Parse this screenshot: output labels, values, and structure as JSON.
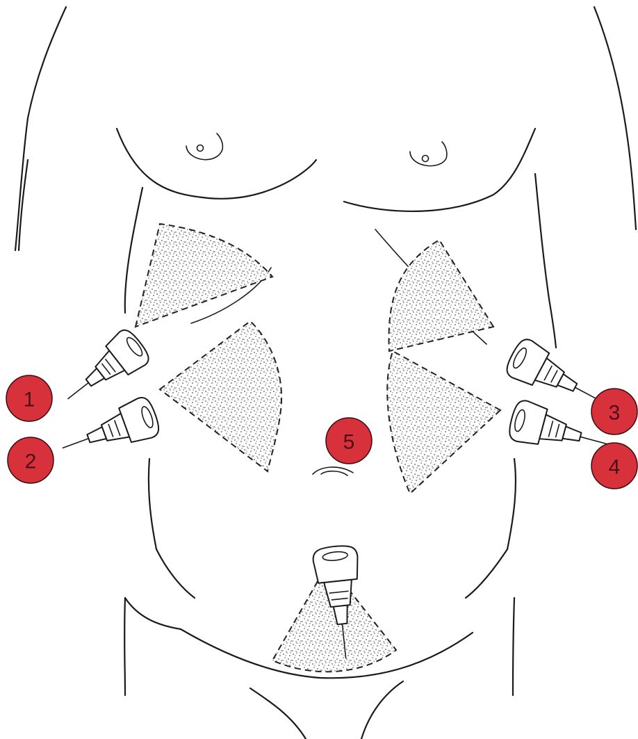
{
  "colors": {
    "marker_fill": "#d7323c",
    "marker_text": "#4a1015",
    "line": "#1a1a1a",
    "stipple": "#555555"
  },
  "markers": [
    {
      "id": "1",
      "label": "1",
      "position": "right-upper"
    },
    {
      "id": "2",
      "label": "2",
      "position": "right-lower"
    },
    {
      "id": "3",
      "label": "3",
      "position": "left-upper"
    },
    {
      "id": "4",
      "label": "4",
      "position": "left-lower"
    },
    {
      "id": "5",
      "label": "5",
      "position": "suprapubic"
    }
  ],
  "probes": [
    {
      "id": "1",
      "icon": "ultrasound-probe-icon"
    },
    {
      "id": "2",
      "icon": "ultrasound-probe-icon"
    },
    {
      "id": "3",
      "icon": "ultrasound-probe-icon"
    },
    {
      "id": "4",
      "icon": "ultrasound-probe-icon"
    },
    {
      "id": "5",
      "icon": "ultrasound-probe-icon"
    }
  ]
}
